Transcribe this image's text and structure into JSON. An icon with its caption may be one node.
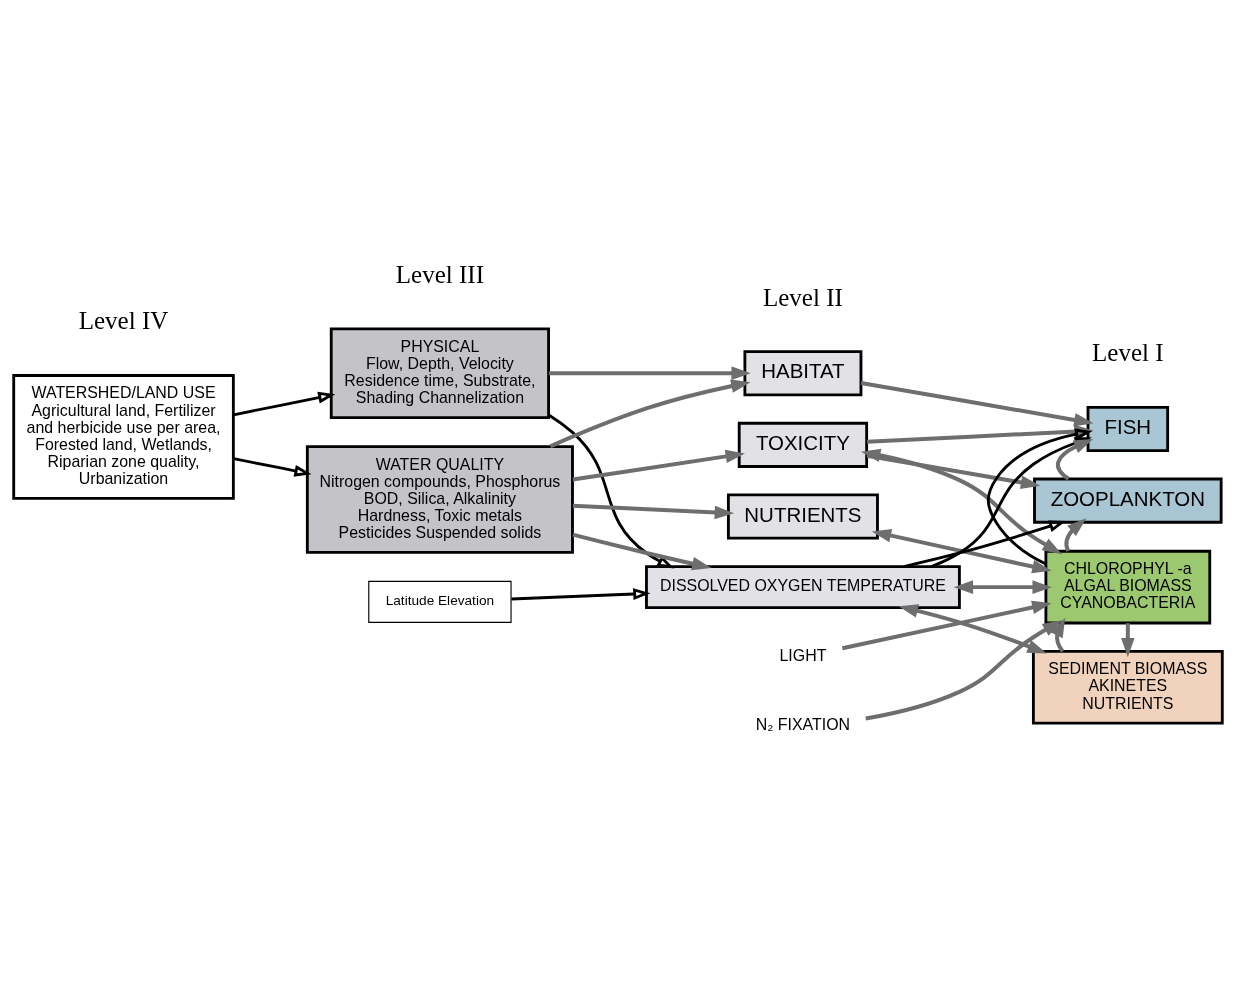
{
  "diagram": {
    "nodes": [
      {
        "text": [
          "PHYSICAL",
          "Flow, Depth, Velocity Residence time, Substrate, Shading Channelization"
        ]
      },
      {
        "text": [
          "WATER QUALITY",
          "Nitrogen compounds, Phosphorus BOD, Silica, Alkalinity Hardness, Toxic metals Pesticides Suspended solids"
        ]
      },
      {
        "text": [
          "WATERSHED/LAND USE",
          "Agricultural land, Fertilizer and herbicide use per area, Forested land, Wetlands, Riparian zone quality, Urbanization"
        ]
      },
      {
        "text": [
          "HABITAT"
        ]
      },
      {
        "text": [
          "TOXICITY"
        ]
      },
      {
        "text": [
          "NUTRIENTS"
        ]
      },
      {
        "text": [
          "DISSOLVED OXYGEN TEMPERATURE"
        ]
      },
      {
        "text": [
          "Latitude Elevation"
        ]
      },
      {
        "text": [
          "FISH"
        ]
      },
      {
        "text": [
          "ZOOPLANKTON"
        ]
      },
      {
        "text": [
          "CHLOROPHYL -a",
          "ALGAL BIOMASS",
          "CYANOBACTERIA"
        ]
      },
      {
        "text": [
          "SEDIMENT BIOMASS",
          "AKINETES",
          "NUTRIENTS"
        ]
      },
      {
        "text": [
          "LIGHT"
        ]
      },
      {
        "text": [
          "N₂ FIXATION"
        ]
      }
    ],
    "edges": [
      {
        "from": 2,
        "to": 0,
        "arrow": "to",
        "color": "#000000"
      },
      {
        "from": 2,
        "to": 1,
        "arrow": "to",
        "color": "#000000"
      },
      {
        "from": 0,
        "to": 3,
        "arrow": "to"
      },
      {
        "from": 0,
        "to": 6,
        "arrow": "to",
        "color": "#000000"
      },
      {
        "from": 1,
        "to": 3,
        "arrow": "to"
      },
      {
        "from": 1,
        "to": 4,
        "arrow": "to"
      },
      {
        "from": 1,
        "to": 5,
        "arrow": "to"
      },
      {
        "from": 1,
        "to": 6,
        "arrow": "to"
      },
      {
        "from": 3,
        "to": 8,
        "arrow": "to"
      },
      {
        "from": 4,
        "to": 8,
        "arrow": "to"
      },
      {
        "from": 4,
        "to": 9,
        "arrow": "to"
      },
      {
        "from": 4,
        "to": 10,
        "arrow": "both"
      },
      {
        "from": 5,
        "to": 10,
        "arrow": "both"
      },
      {
        "from": 6,
        "to": 10,
        "arrow": "both"
      },
      {
        "from": 6,
        "to": 11,
        "arrow": "both"
      },
      {
        "from": 6,
        "to": 8,
        "arrow": "to",
        "color": "#000000"
      },
      {
        "from": 6,
        "to": 9,
        "arrow": "to",
        "color": "#000000"
      },
      {
        "from": 9,
        "to": 8,
        "arrow": "to"
      },
      {
        "from": 10,
        "to": 9,
        "arrow": "to"
      },
      {
        "from": 10,
        "to": 11,
        "arrow": "to"
      },
      {
        "from": 11,
        "to": 10,
        "arrow": "to"
      },
      {
        "from": 10,
        "to": 8,
        "arrow": "to",
        "color": "#000000"
      },
      {
        "from": 7,
        "to": 6,
        "arrow": "to",
        "color": "#000000"
      },
      {
        "from": 12,
        "to": 10,
        "arrow": "to"
      },
      {
        "from": 13,
        "to": 10,
        "arrow": "to"
      }
    ],
    "labels": [
      "Level III",
      "Level II",
      "Level I",
      "Level IV"
    ]
  }
}
